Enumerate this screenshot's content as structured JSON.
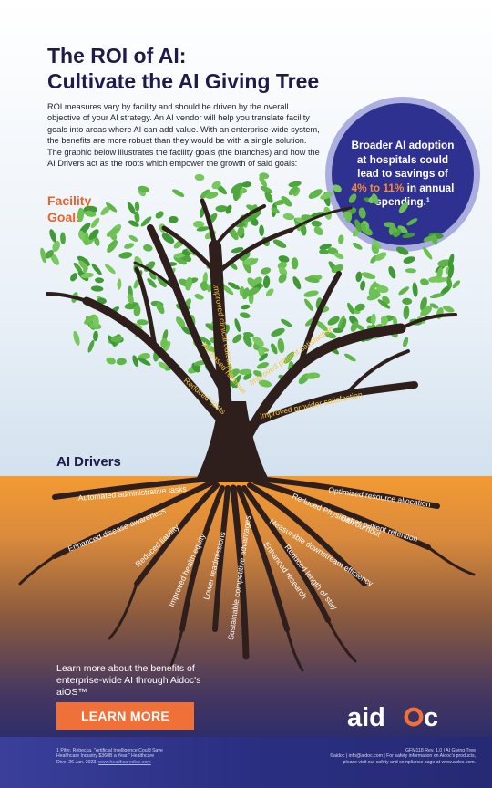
{
  "header": {
    "title_line1": "The ROI of AI:",
    "title_line2": "Cultivate the AI Giving Tree",
    "intro": "ROI measures vary by facility and should be driven by the overall objective of your AI strategy. An AI vendor will help you translate facility goals into areas where AI can add value. With an enterprise-wide system, the benefits are more robust than they would be with a single solution. The graphic below illustrates the facility goals (the branches) and how the AI Drivers act as the roots which empower the growth of said goals:"
  },
  "callout": {
    "line1": "Broader AI adoption",
    "line2": "at hospitals could",
    "line3": "lead to savings of",
    "highlight": "4% to 11%",
    "line4_tail": " in annual",
    "line5": "spending.¹"
  },
  "sections": {
    "facility_goals_1": "Facility",
    "facility_goals_2": "Goals",
    "ai_drivers": "AI Drivers"
  },
  "facility_goals": [
    "Improved clinical outcomes",
    "Increased revenue",
    "Reduced costs",
    "Improved patient satisfaction",
    "Improved provider satisfaction"
  ],
  "ai_drivers": [
    "Automated administrative tasks",
    "Enhanced disease awareness",
    "Reduced liability",
    "Improved health equity",
    "Lower readmissions",
    "Sustainable competitive advantages",
    "Optimized resource allocation",
    "Reduced Physician burnout",
    "Better patient retention",
    "Measurable downstream efficiency",
    "Enhanced research",
    "Reduced length of stay"
  ],
  "cta": {
    "text": "Learn more about the benefits of enterprise-wide AI through Aidoc's aiOS™",
    "button": "LEARN MORE"
  },
  "logo": {
    "text_pre": "aid",
    "text_post": "c"
  },
  "footer": {
    "footnote_1": "1 Pifer, Rebecca. \"Artificial Intelligence Could Save",
    "footnote_2": "Healthcare Industry $360B a Year.\" Healthcare",
    "footnote_3": "Dive. 26 Jan. 2023.",
    "footnote_link": "www.healthcaredive.com",
    "legal_1": "GFM118 Rev. 1.0 | AI Giving Tree",
    "legal_2": "©aidoc | info@aidoc.com | For safety information on Aidoc's products,",
    "legal_3": "please visit our safety and compliance page at www.aidoc.com."
  },
  "colors": {
    "title": "#1e1b4b",
    "accent_orange": "#f0703a",
    "branch_label": "#f4c542",
    "circle": "#2e3190",
    "leaf": "#5fb547",
    "trunk": "#2e1f1c"
  }
}
